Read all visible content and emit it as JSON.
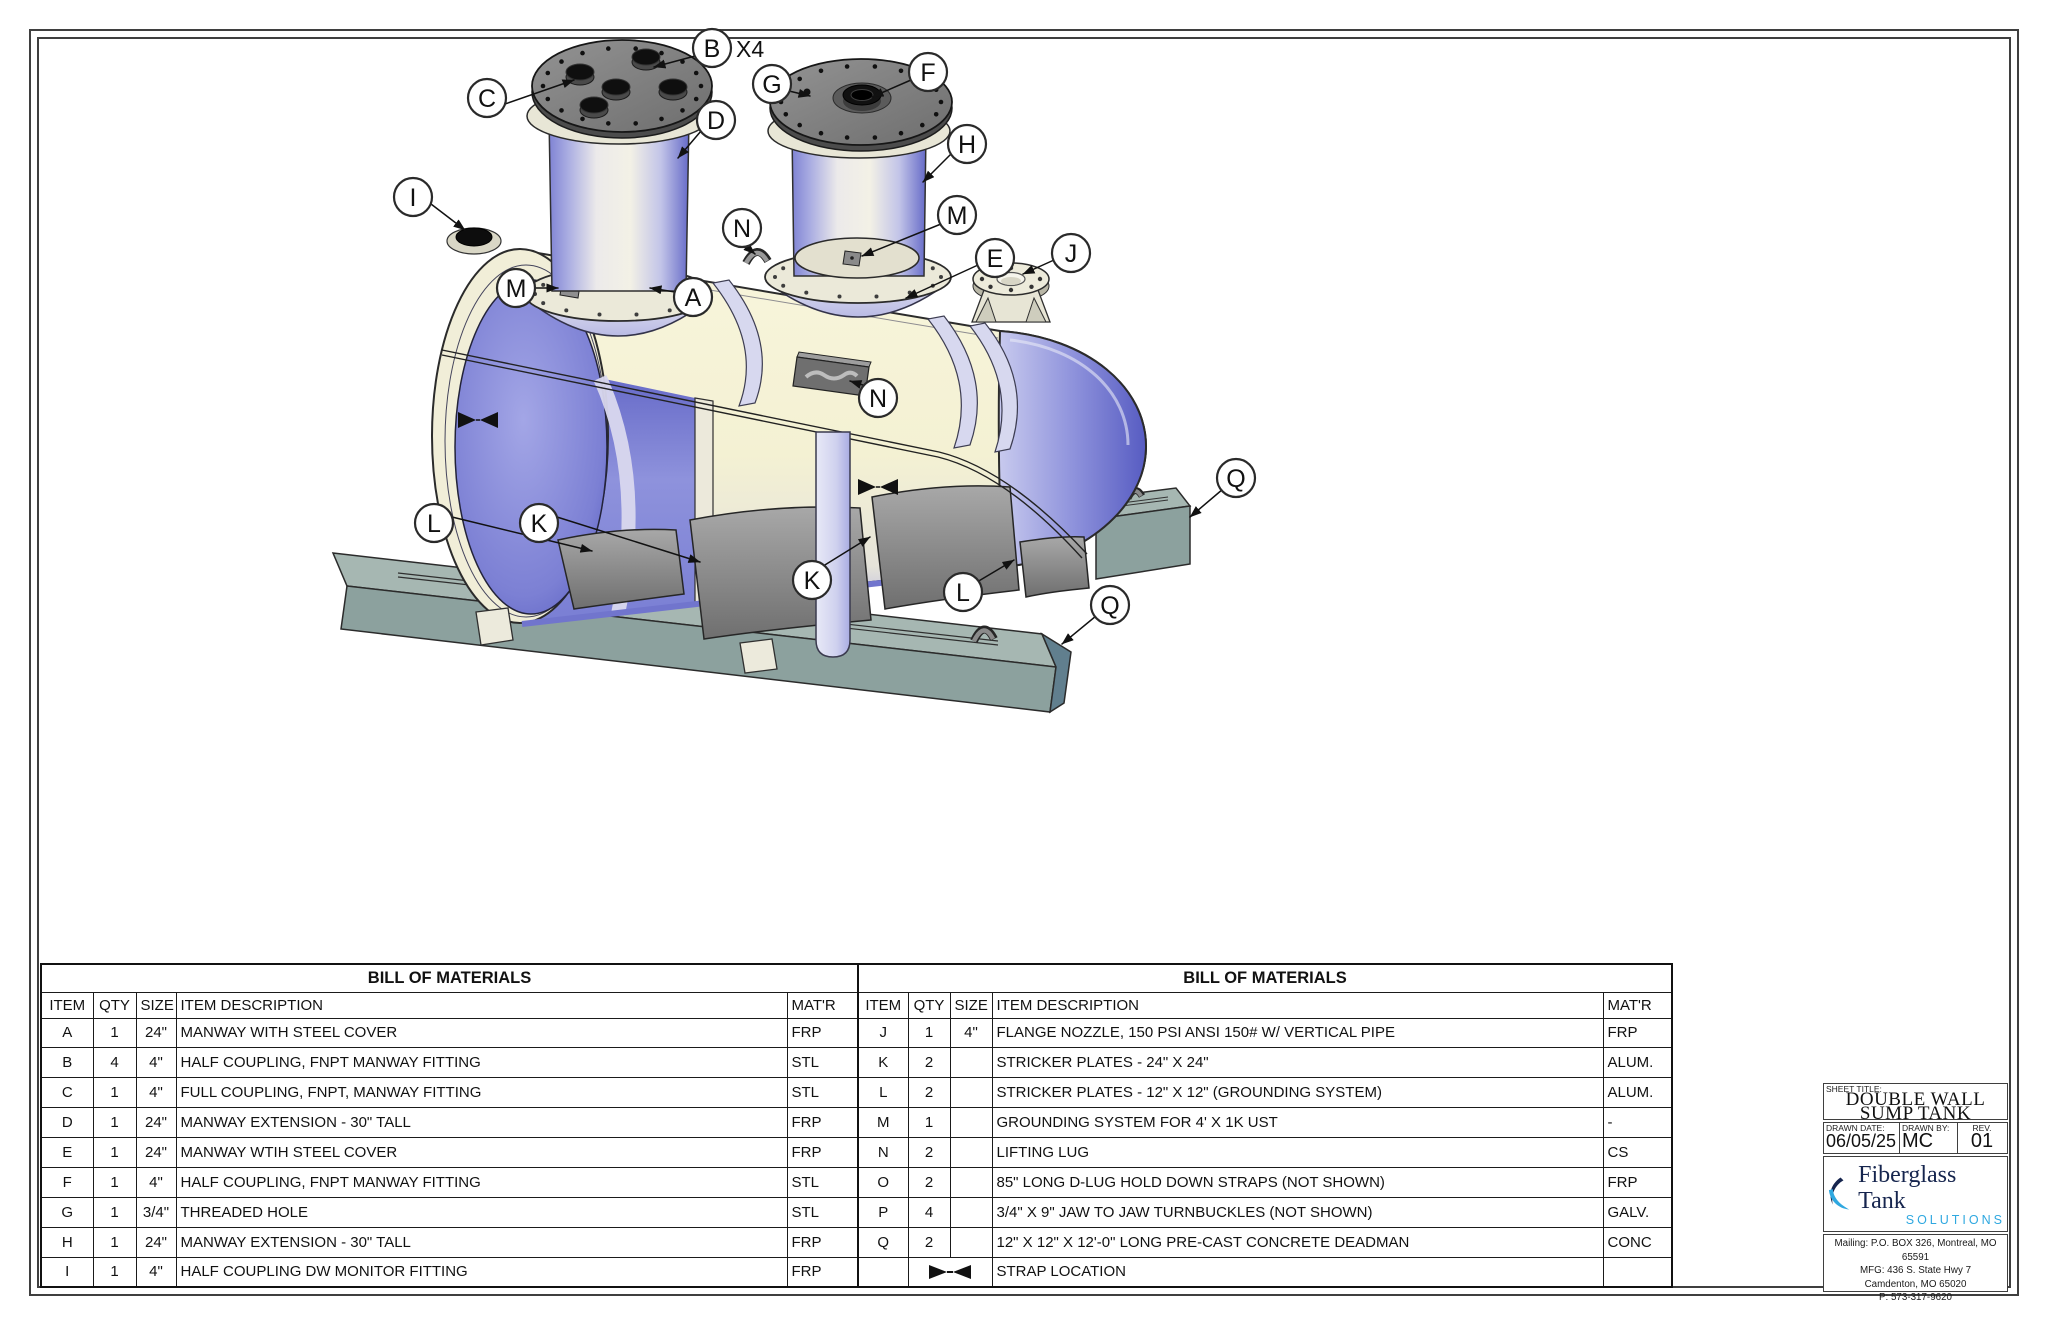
{
  "drawing": {
    "callouts": [
      "B",
      "C",
      "G",
      "F",
      "D",
      "H",
      "I",
      "M",
      "N",
      "E",
      "J",
      "M",
      "A",
      "N",
      "Q",
      "L",
      "K",
      "K",
      "L",
      "Q"
    ],
    "b_suffix": "X4"
  },
  "bom_left": {
    "title": "BILL OF MATERIALS",
    "headers": [
      "ITEM",
      "QTY",
      "SIZE",
      "ITEM DESCRIPTION",
      "MAT'R"
    ],
    "rows": [
      [
        "A",
        "1",
        "24\"",
        "MANWAY WITH STEEL COVER",
        "FRP"
      ],
      [
        "B",
        "4",
        "4\"",
        "HALF COUPLING, FNPT MANWAY FITTING",
        "STL"
      ],
      [
        "C",
        "1",
        "4\"",
        "FULL COUPLING, FNPT, MANWAY FITTING",
        "STL"
      ],
      [
        "D",
        "1",
        "24\"",
        "MANWAY EXTENSION - 30\" TALL",
        "FRP"
      ],
      [
        "E",
        "1",
        "24\"",
        "MANWAY WTIH STEEL COVER",
        "FRP"
      ],
      [
        "F",
        "1",
        "4\"",
        "HALF COUPLING, FNPT MANWAY FITTING",
        "STL"
      ],
      [
        "G",
        "1",
        "3/4\"",
        "THREADED HOLE",
        "STL"
      ],
      [
        "H",
        "1",
        "24\"",
        "MANWAY EXTENSION - 30\" TALL",
        "FRP"
      ],
      [
        "I",
        "1",
        "4\"",
        "HALF COUPLING DW MONITOR FITTING",
        "FRP"
      ]
    ]
  },
  "bom_right": {
    "title": "BILL OF MATERIALS",
    "headers": [
      "ITEM",
      "QTY",
      "SIZE",
      "ITEM DESCRIPTION",
      "MAT'R"
    ],
    "rows": [
      [
        "J",
        "1",
        "4\"",
        "FLANGE NOZZLE, 150 PSI ANSI 150# W/ VERTICAL PIPE",
        "FRP"
      ],
      [
        "K",
        "2",
        "",
        "STRICKER PLATES - 24\" X 24\"",
        "ALUM."
      ],
      [
        "L",
        "2",
        "",
        "STRICKER PLATES - 12\" X 12\" (GROUNDING SYSTEM)",
        "ALUM."
      ],
      [
        "M",
        "1",
        "",
        "GROUNDING SYSTEM FOR 4' X 1K UST",
        "-"
      ],
      [
        "N",
        "2",
        "",
        "LIFTING LUG",
        "CS"
      ],
      [
        "O",
        "2",
        "",
        "85\" LONG D-LUG HOLD DOWN STRAPS (NOT SHOWN)",
        "FRP"
      ],
      [
        "P",
        "4",
        "",
        "3/4\" X 9\" JAW TO JAW TURNBUCKLES (NOT SHOWN)",
        "GALV."
      ],
      [
        "Q",
        "2",
        "",
        "12\" X 12\" X 12'-0\" LONG PRE-CAST CONCRETE DEADMAN",
        "CONC"
      ]
    ],
    "strap_row": {
      "description": "STRAP LOCATION"
    }
  },
  "title_block": {
    "sheet_title_label": "SHEET TITLE:",
    "sheet_title": [
      "DOUBLE WALL",
      "SUMP TANK"
    ],
    "drawn_date_label": "DRAWN DATE:",
    "drawn_date": "06/05/25",
    "drawn_by_label": "DRAWN BY:",
    "drawn_by": "MC",
    "rev_label": "REV.",
    "rev": "01",
    "logo_text": "Fiberglass Tank",
    "logo_subtext": "SOLUTIONS",
    "address": [
      "Mailing: P.O. BOX 326, Montreal, MO 65591",
      "MFG: 436 S. State Hwy 7",
      "Camdenton, MO 65020",
      "P: 573-317-9620"
    ]
  },
  "colors": {
    "brand_navy": "#16254e",
    "brand_blue": "#2fa8e0",
    "tank_cream": "#f5f2d6",
    "tank_violet": "#7a7ed2",
    "steel_gray": "#8a8a8a",
    "concrete_teal": "#8ca19e"
  }
}
